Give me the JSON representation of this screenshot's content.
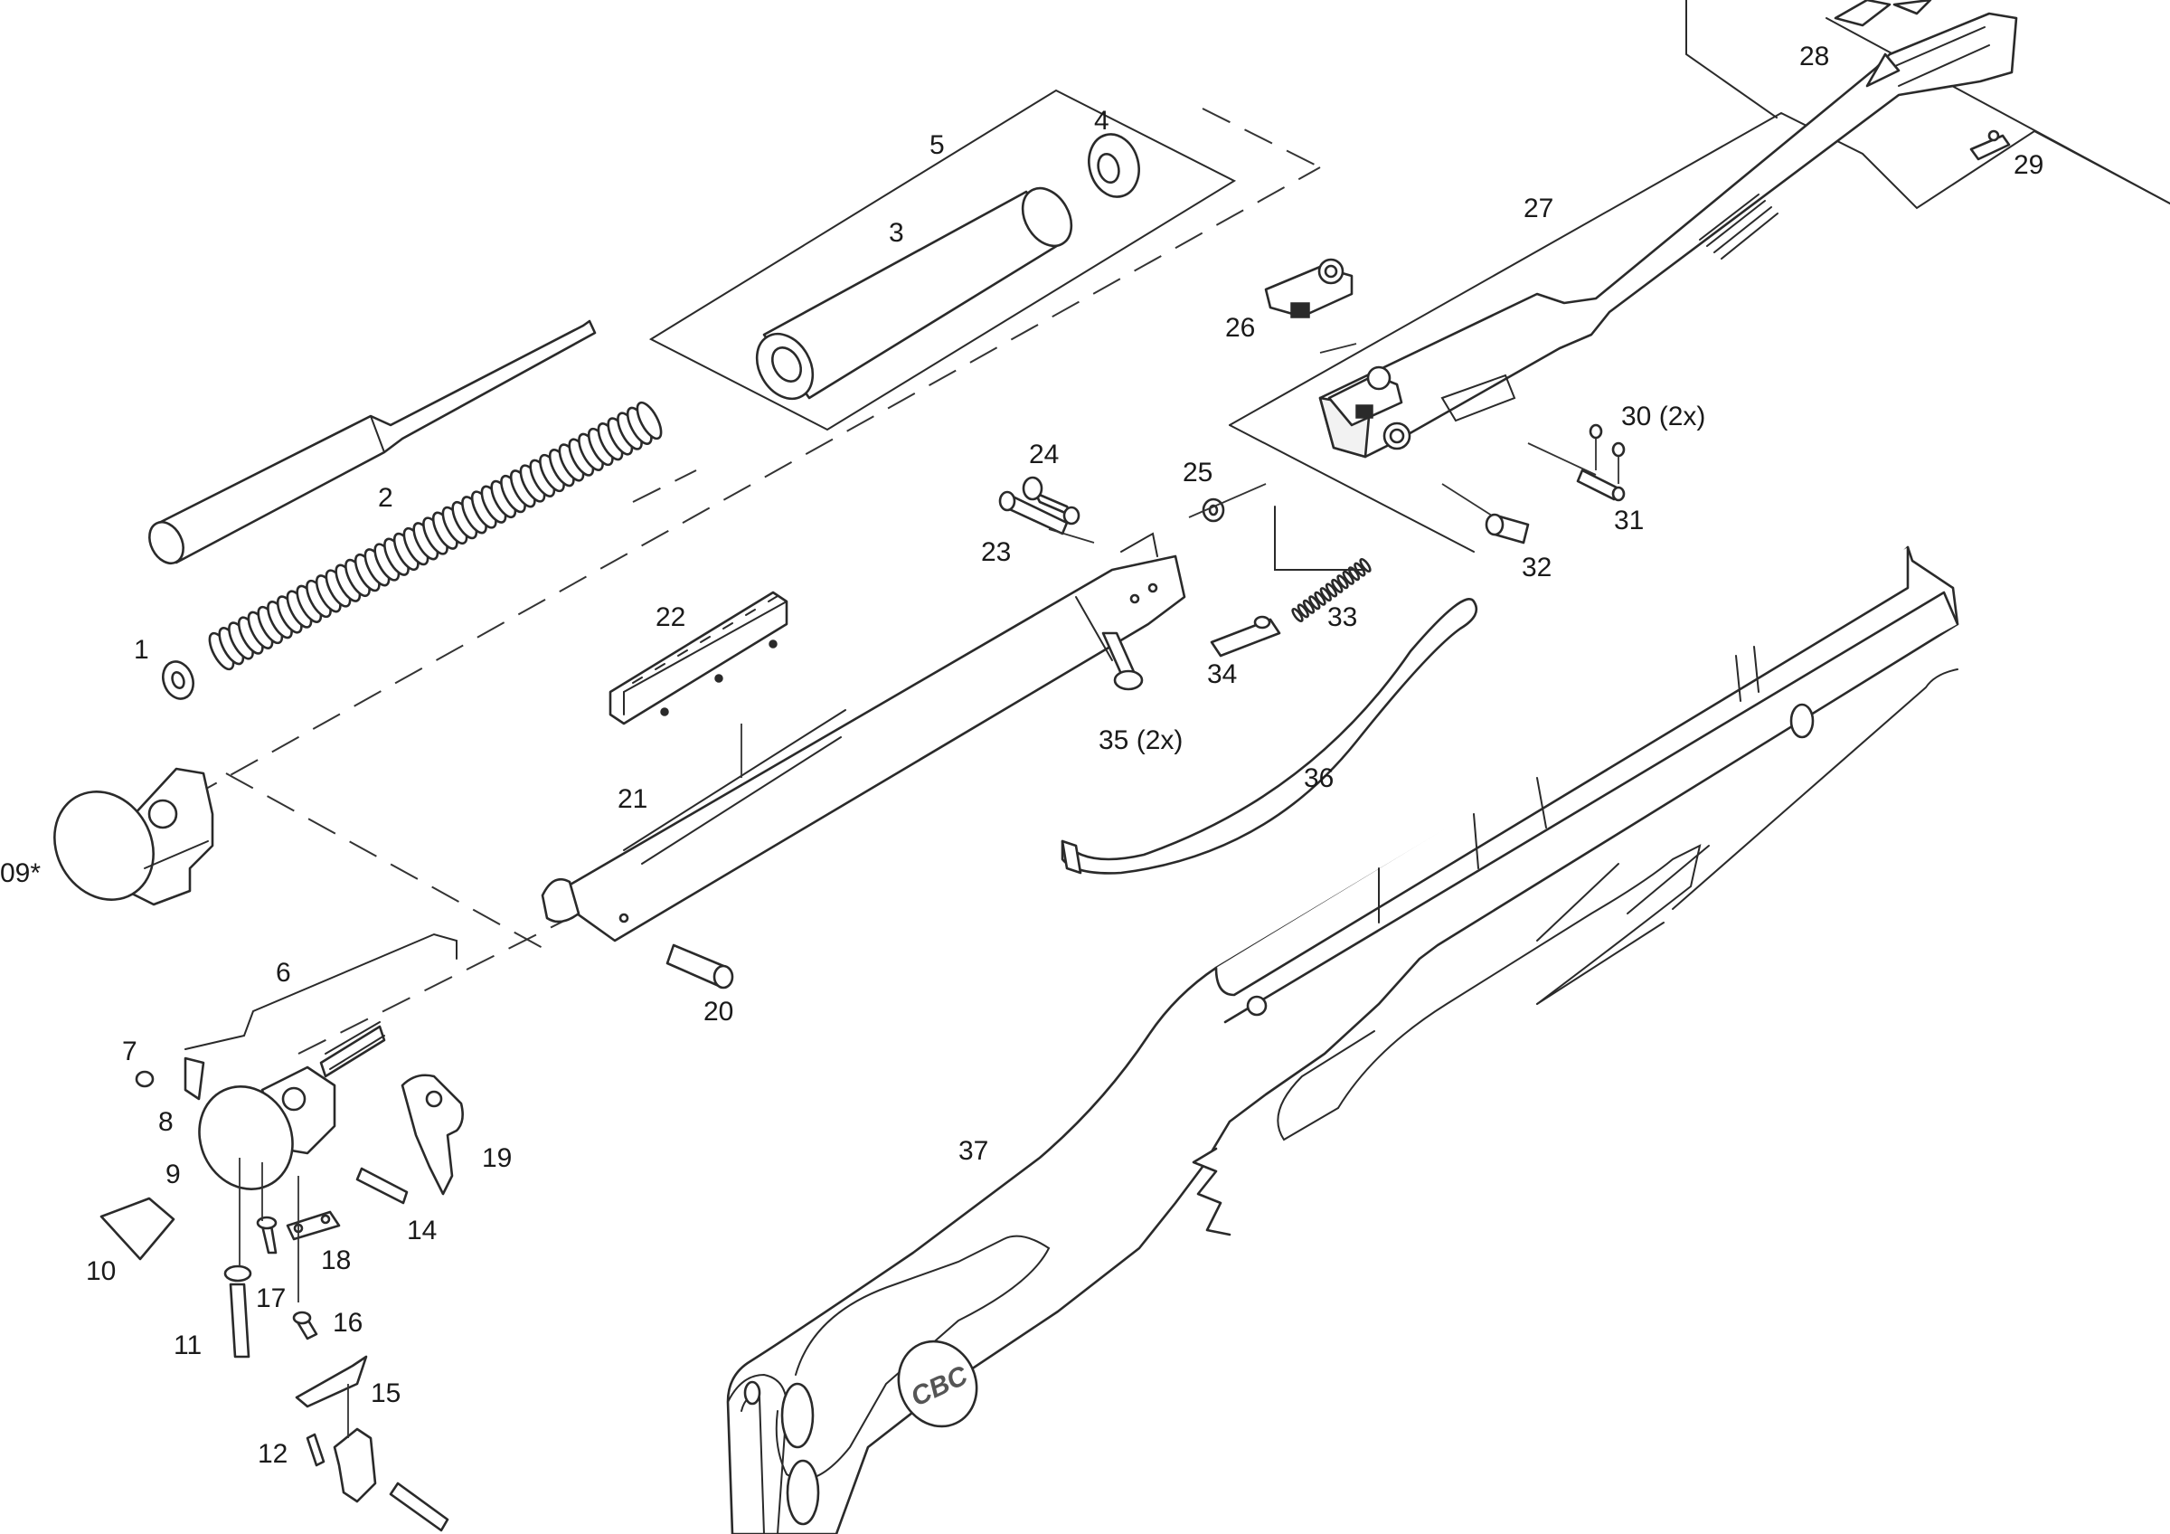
{
  "diagram": {
    "labels": {
      "p1": "1",
      "p2": "2",
      "p3": "3",
      "p4": "4",
      "p5": "5",
      "p6": "6",
      "p7": "7",
      "p8": "8",
      "p9": "9",
      "p09": "09*",
      "p10": "10",
      "p11": "11",
      "p12": "12",
      "p14": "14",
      "p15": "15",
      "p16": "16",
      "p17": "17",
      "p18": "18",
      "p19": "19",
      "p20": "20",
      "p21": "21",
      "p22": "22",
      "p23": "23",
      "p24": "24",
      "p25": "25",
      "p26": "26",
      "p27": "27",
      "p28": "28",
      "p29": "29",
      "p30": "30 (2x)",
      "p31": "31",
      "p32": "32",
      "p33": "33",
      "p34": "34",
      "p35": "35 (2x)",
      "p36": "36",
      "p37": "37"
    },
    "stock_logo": "CBC"
  }
}
